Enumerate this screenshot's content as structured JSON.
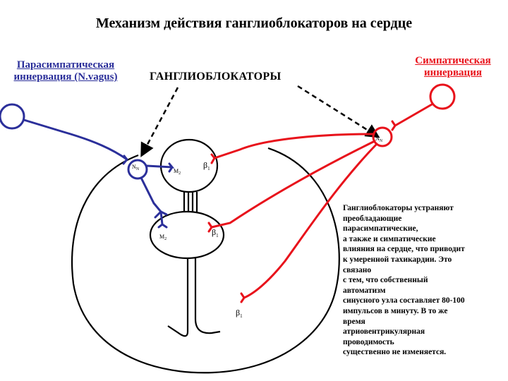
{
  "title": "Механизм действия ганглиоблокаторов на сердце",
  "parasympathetic_label": [
    "Парасимпатическая",
    "иннервация (N.vagus)"
  ],
  "sympathetic_label": [
    "Симпатическая",
    "иннервация"
  ],
  "blockers_label": "ГАНГЛИОБЛОКАТОРЫ",
  "receptors": {
    "nn_symp": "N",
    "nn_symp_sub": "N",
    "nn_para": "N",
    "nn_para_sub": "N",
    "m2_top": "M",
    "m2_top_sub": "2",
    "m2_mid": "M",
    "m2_mid_sub": "2",
    "beta_top": "β",
    "beta_top_sub": "1",
    "beta_mid": "β",
    "beta_mid_sub": "1",
    "beta_bottom": "β",
    "beta_bottom_sub": "1"
  },
  "explanation_lines": [
    "Ганглиоблокаторы устраняют",
    "преобладающие",
    "парасимпатические,",
    "а также и симпатические",
    "влияния на сердце, что приводит",
    "к умеренной тахикардии. Это",
    "связано",
    "с тем, что собственный",
    "автоматизм",
    "синусного узла составляет 80-100",
    "импульсов  в минуту. В то же",
    "время",
    "атриовентрикулярная",
    "проводимость",
    "существенно не изменяется."
  ],
  "colors": {
    "parasympathetic": "#2b2f9a",
    "sympathetic": "#e8121b",
    "outline": "#000000"
  }
}
